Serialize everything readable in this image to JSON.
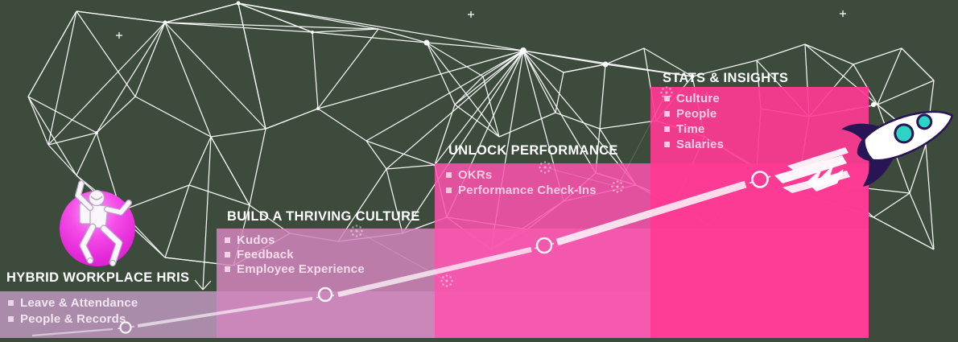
{
  "stages": [
    {
      "title": "HYBRID WORKPLACE HRIS",
      "items": [
        "Leave & Attendance",
        "People & Records"
      ],
      "panel_color": "rgba(189,151,189,0.86)"
    },
    {
      "title": "BUILD A THRIVING CULTURE",
      "items": [
        "Kudos",
        "Feedback",
        "Employee Experience"
      ],
      "panel_color": "rgba(208,133,189,0.86)"
    },
    {
      "title": "UNLOCK PERFORMANCE",
      "items": [
        "OKRs",
        "Performance Check-Ins"
      ],
      "panel_color": "rgba(253,83,173,0.86)"
    },
    {
      "title": "STATS & INSIGHTS",
      "items": [
        "Culture",
        "People",
        "Time",
        "Salaries"
      ],
      "panel_color": "rgba(255,58,148,0.92)"
    }
  ],
  "colors": {
    "background": "#3d4b3d",
    "network_line": "#ffffff",
    "trail": "#ffffff",
    "astronaut_circle": "#ee32e2",
    "rocket_navy": "#281555",
    "rocket_body": "#ffffff",
    "rocket_window": "#2ed3c6"
  },
  "icons": {
    "astronaut": "astronaut-illustration",
    "rocket": "rocket-illustration",
    "trajectory": "ascending-trajectory-line",
    "network": "constellation-network-pattern"
  }
}
